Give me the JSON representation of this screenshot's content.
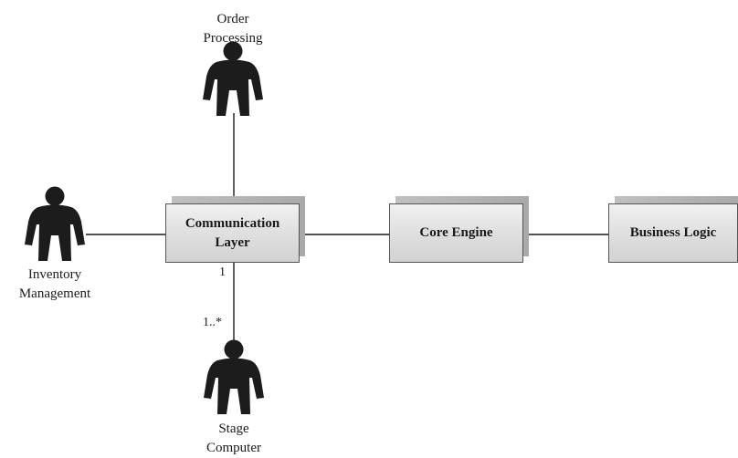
{
  "actors": {
    "order_processing": {
      "line1": "Order",
      "line2": "Processing"
    },
    "inventory_management": {
      "line1": "Inventory",
      "line2": "Management"
    },
    "stage_computer": {
      "line1": "Stage",
      "line2": "Computer"
    }
  },
  "components": {
    "communication_layer": {
      "line1": "Communication",
      "line2": "Layer"
    },
    "core_engine": {
      "label": "Core Engine"
    },
    "business_logic": {
      "label": "Business Logic"
    }
  },
  "multiplicities": {
    "comm_end": "1",
    "stage_end": "1..*"
  },
  "colors": {
    "actor": "#1c1c1c",
    "line": "#1a1a1a",
    "box_border": "#555555"
  }
}
